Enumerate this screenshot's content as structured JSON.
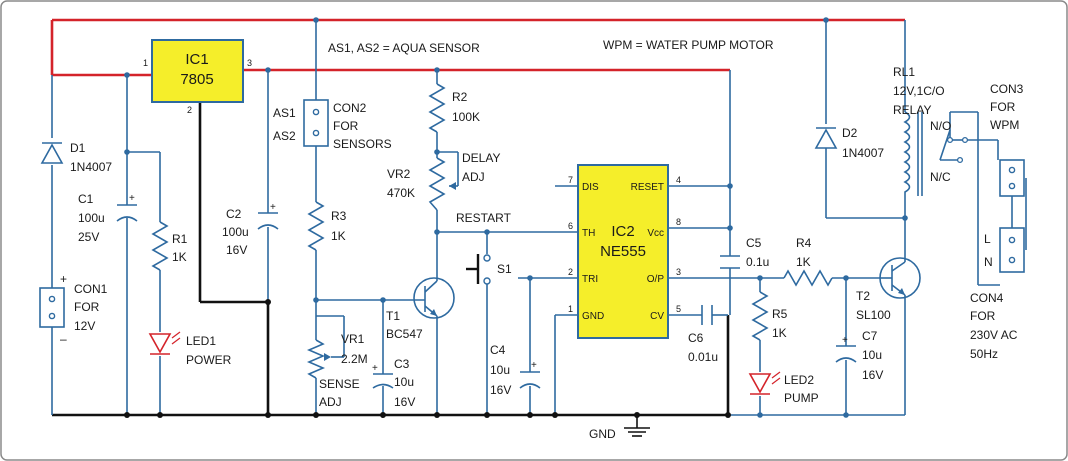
{
  "notes": {
    "aqua_sensor": "AS1, AS2 = AQUA SENSOR",
    "wpm": "WPM = WATER PUMP MOTOR"
  },
  "components": {
    "ic1": {
      "ref": "IC1",
      "value": "7805",
      "pin1": "1",
      "pin2": "2",
      "pin3": "3"
    },
    "ic2": {
      "ref": "IC2",
      "value": "NE555",
      "pins": {
        "dis": "DIS",
        "reset": "RESET",
        "th": "TH",
        "vcc": "Vcc",
        "tri": "TRI",
        "op": "O/P",
        "gnd": "GND",
        "cv": "CV"
      },
      "pin_numbers": {
        "p1": "1",
        "p2": "2",
        "p3": "3",
        "p4": "4",
        "p5": "5",
        "p6": "6",
        "p7": "7",
        "p8": "8"
      }
    },
    "d1": {
      "ref": "D1",
      "value": "1N4007"
    },
    "d2": {
      "ref": "D2",
      "value": "1N4007"
    },
    "c1": {
      "ref": "C1",
      "value": "100u",
      "rating": "25V"
    },
    "c2": {
      "ref": "C2",
      "value": "100u",
      "rating": "16V"
    },
    "c3": {
      "ref": "C3",
      "value": "10u",
      "rating": "16V"
    },
    "c4": {
      "ref": "C4",
      "value": "10u",
      "rating": "16V"
    },
    "c5": {
      "ref": "C5",
      "value": "0.1u"
    },
    "c6": {
      "ref": "C6",
      "value": "0.01u"
    },
    "c7": {
      "ref": "C7",
      "value": "10u",
      "rating": "16V"
    },
    "r1": {
      "ref": "R1",
      "value": "1K"
    },
    "r2": {
      "ref": "R2",
      "value": "100K"
    },
    "r3": {
      "ref": "R3",
      "value": "1K"
    },
    "r4": {
      "ref": "R4",
      "value": "1K"
    },
    "r5": {
      "ref": "R5",
      "value": "1K"
    },
    "vr1": {
      "ref": "VR1",
      "value": "2.2M",
      "label1": "SENSE",
      "label2": "ADJ"
    },
    "vr2": {
      "ref": "VR2",
      "value": "470K",
      "label1": "DELAY",
      "label2": "ADJ"
    },
    "t1": {
      "ref": "T1",
      "value": "BC547"
    },
    "t2": {
      "ref": "T2",
      "value": "SL100"
    },
    "led1": {
      "ref": "LED1",
      "label": "POWER"
    },
    "led2": {
      "ref": "LED2",
      "label": "PUMP"
    },
    "s1": {
      "ref": "S1",
      "label": "RESTART"
    },
    "rl1": {
      "ref": "RL1",
      "spec": "12V,1C/O",
      "type": "RELAY",
      "no": "N/O",
      "nc": "N/C"
    },
    "con1": {
      "ref": "CON1",
      "line2": "FOR",
      "line3": "12V",
      "plus": "+",
      "minus": "–"
    },
    "con2": {
      "ref": "CON2",
      "line2": "FOR",
      "line3": "SENSORS",
      "as1": "AS1",
      "as2": "AS2"
    },
    "con3": {
      "ref": "CON3",
      "line2": "FOR",
      "line3": "WPM"
    },
    "con4": {
      "ref": "CON4",
      "line2": "FOR",
      "line3": "230V AC",
      "line4": "50Hz",
      "l": "L",
      "n": "N"
    },
    "gnd": {
      "label": "GND"
    }
  },
  "colors": {
    "wire": "#2e6aa0",
    "supply_rail": "#d4232a",
    "ground_rail": "#111111",
    "ic_fill": "#f5ee2a",
    "led": "#d4232a",
    "frame": "#8a8a8a"
  }
}
